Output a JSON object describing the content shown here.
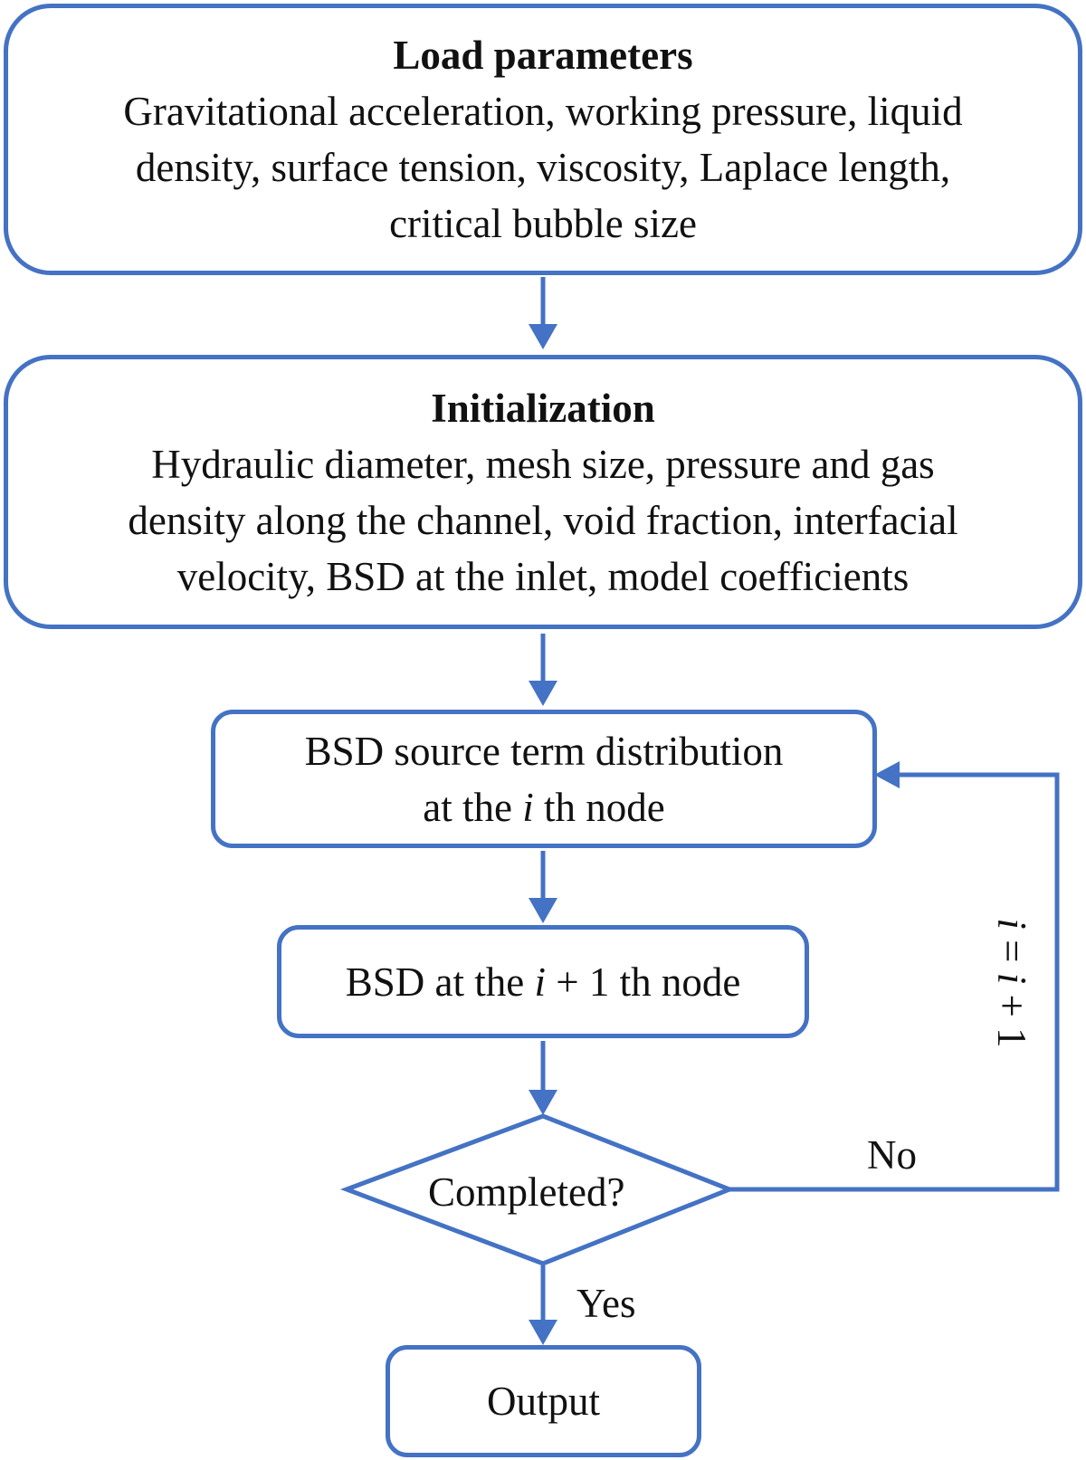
{
  "colors": {
    "stroke": "#4472c4",
    "text": "#111111",
    "background": "#ffffff"
  },
  "load_parameters": {
    "title": "Load parameters",
    "line1": "Gravitational acceleration, working pressure, liquid",
    "line2": "density, surface tension, viscosity, Laplace length,",
    "line3": "critical bubble size"
  },
  "initialization": {
    "title": "Initialization",
    "line1": "Hydraulic diameter, mesh size, pressure and gas",
    "line2": "density along the channel, void fraction, interfacial",
    "line3": "velocity, BSD at the inlet, model coefficients"
  },
  "source_term": {
    "line1": "BSD source term distribution",
    "line2_pre": "at the ",
    "line2_var": "i",
    "line2_post": " th node"
  },
  "next_node": {
    "pre": "BSD at the ",
    "var": "i",
    "post": " + 1 th node"
  },
  "decision": {
    "label": "Completed?"
  },
  "branch_no": "No",
  "branch_yes": "Yes",
  "loop_label": {
    "var1": "i",
    "mid": " = ",
    "var2": "i",
    "post": " + 1"
  },
  "output": {
    "label": "Output"
  }
}
